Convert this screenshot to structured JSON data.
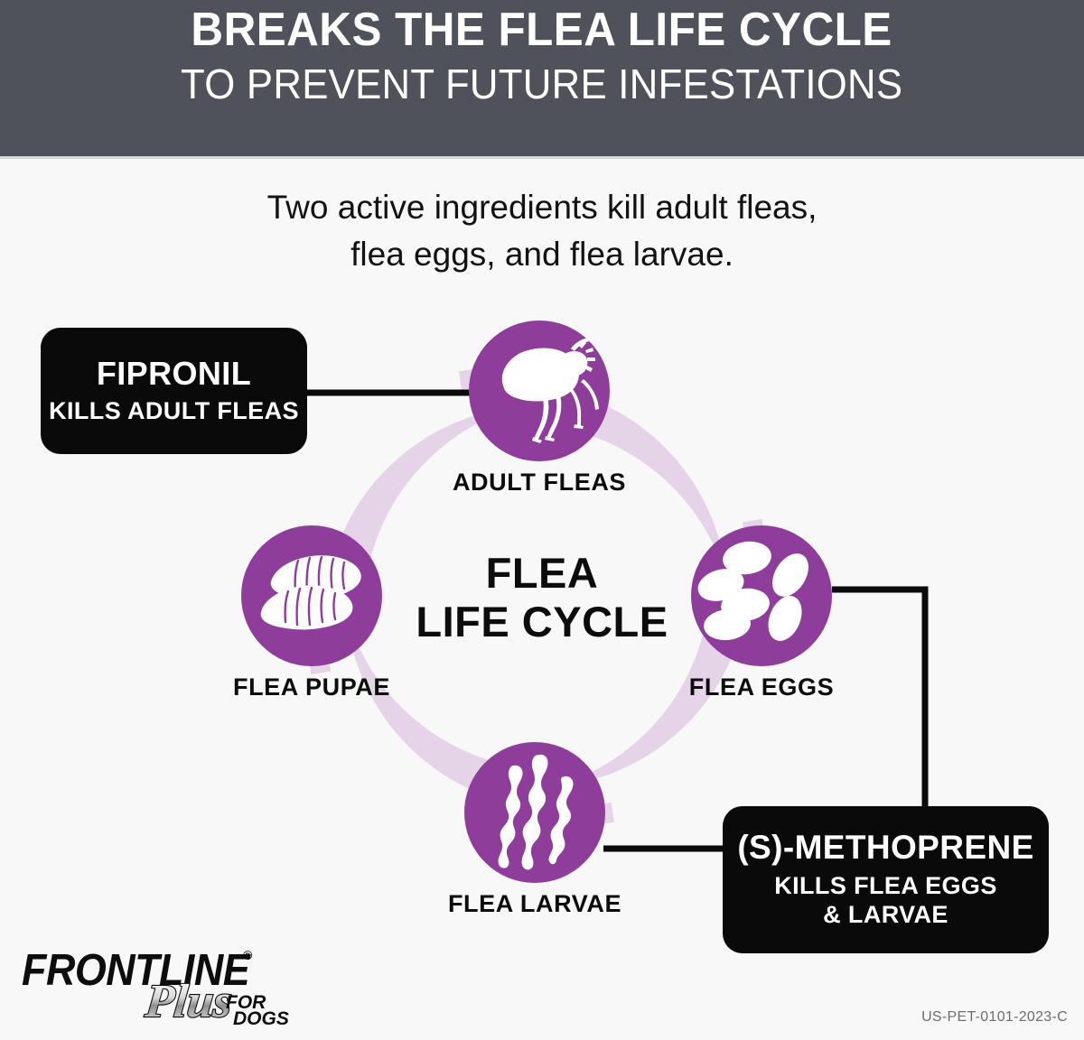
{
  "header": {
    "line1": "BREAKS THE FLEA LIFE CYCLE",
    "line2": "TO PREVENT FUTURE INFESTATIONS",
    "bg_color": "#4F525B",
    "text_color": "#FFFFFF"
  },
  "subhead": {
    "line1": "Two active ingredients kill adult fleas,",
    "line2": "flea eggs, and flea larvae."
  },
  "diagram": {
    "center_title_line1": "FLEA",
    "center_title_line2": "LIFE CYCLE",
    "ring_color": "#E5D3E8",
    "node_color": "#8E3D9B",
    "icon_color": "#FFFFFF",
    "stages": [
      {
        "id": "adult",
        "label": "ADULT FLEAS",
        "icon": "flea-icon",
        "position": "top"
      },
      {
        "id": "eggs",
        "label": "FLEA EGGS",
        "icon": "flea-eggs-icon",
        "position": "right"
      },
      {
        "id": "larvae",
        "label": "FLEA LARVAE",
        "icon": "flea-larvae-icon",
        "position": "bottom"
      },
      {
        "id": "pupae",
        "label": "FLEA PUPAE",
        "icon": "flea-pupae-icon",
        "position": "left"
      }
    ]
  },
  "ingredients": [
    {
      "id": "fipronil",
      "title": "FIPRONIL",
      "subtitle_line1": "KILLS ADULT FLEAS",
      "subtitle_line2": "",
      "connects_to": "ADULT FLEAS"
    },
    {
      "id": "methoprene",
      "title": "(S)-METHOPRENE",
      "subtitle_line1": "KILLS FLEA EGGS",
      "subtitle_line2": "& LARVAE",
      "connects_to": "FLEA EGGS, FLEA LARVAE"
    }
  ],
  "footer": {
    "brand_primary": "FRONTLINE",
    "brand_registered": "®",
    "brand_script": "Plus",
    "brand_for": "FOR",
    "brand_dogs": "DOGS",
    "code": "US-PET-0101-2023-C"
  }
}
